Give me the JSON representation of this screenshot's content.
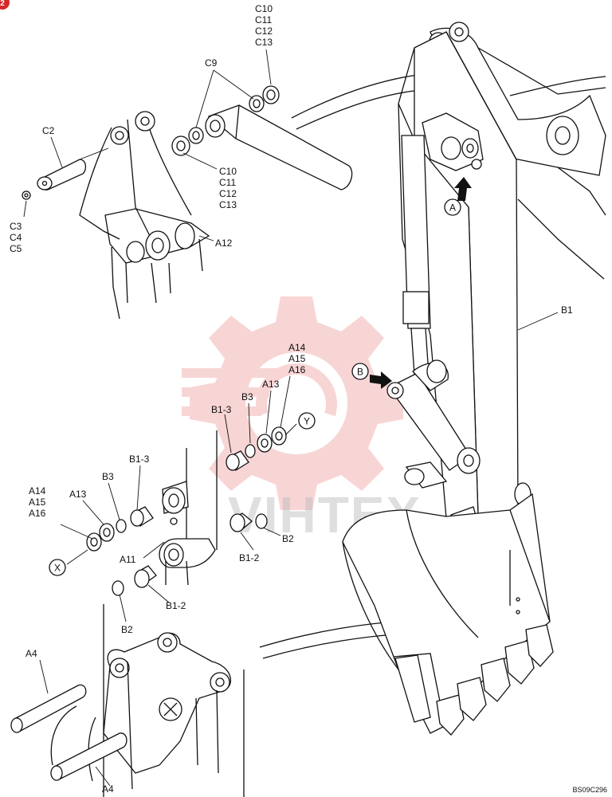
{
  "watermark": {
    "text": "VIHTEX"
  },
  "corner_badge": {
    "text": "2"
  },
  "drawing_code": "BS09C296",
  "labels": {
    "c10a": "C10",
    "c11a": "C11",
    "c12a": "C12",
    "c13a": "C13",
    "c9": "C9",
    "c2": "C2",
    "c3": "C3",
    "c4": "C4",
    "c5": "C5",
    "c10b": "C10",
    "c11b": "C11",
    "c12b": "C12",
    "c13b": "C13",
    "a12": "A12",
    "b1": "B1",
    "a14a": "A14",
    "a15a": "A15",
    "a16a": "A16",
    "a13a": "A13",
    "b3a": "B3",
    "b13a": "B1-3",
    "b13b": "B1-3",
    "b3b": "B3",
    "a13b": "A13",
    "a14b": "A14",
    "a15b": "A15",
    "a16b": "A16",
    "a11": "A11",
    "b12a": "B1-2",
    "b2a": "B2",
    "b12b": "B1-2",
    "b2b": "B2",
    "a4a": "A4",
    "a4b": "A4"
  },
  "callouts": {
    "a": "A",
    "b": "B",
    "x": "X",
    "y": "Y"
  },
  "colors": {
    "line": "#111111",
    "watermark_gear": "#f4b3b3",
    "badge": "#d42a2a"
  }
}
